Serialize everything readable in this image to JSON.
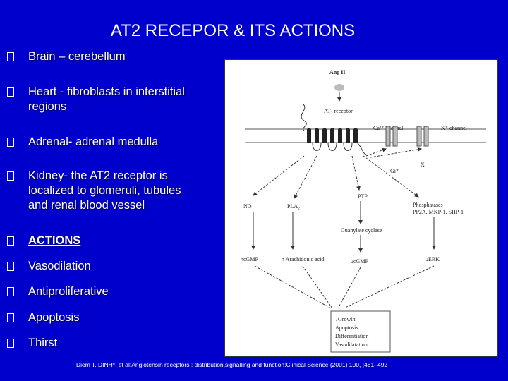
{
  "title": "AT2 RECEPOR & ITS ACTIONS",
  "bullets": [
    {
      "lines": [
        "Brain – cerebellum"
      ]
    },
    {
      "lines": [
        "Heart - fibroblasts in interstitial",
        "regions"
      ]
    },
    {
      "lines": [
        "Adrenal- adrenal medulla"
      ]
    },
    {
      "lines": [
        "Kidney- the AT2 receptor is",
        "localized to glomeruli, tubules",
        "and renal blood vessel"
      ]
    },
    {
      "lines": [
        "ACTIONS"
      ]
    },
    {
      "lines": [
        "Vasodilation"
      ]
    },
    {
      "lines": [
        "Antiproliferative"
      ]
    },
    {
      "lines": [
        "Apoptosis"
      ]
    },
    {
      "lines": [
        "Thirst"
      ]
    }
  ],
  "diagram": {
    "ligand": "Ang II",
    "receptor": "AT₂ receptor",
    "ca_channel": "Ca²⁺ channel",
    "k_channel": "K⁺ channel",
    "gi": "Gi?",
    "x_mark": "X",
    "no": "NO",
    "pla2": "PLA₂",
    "ptp": "PTP",
    "phosphatases": "Phosphatases",
    "phosphatases_list": "PP2A, MKP-1, SHP-1",
    "guanylate": "Guanylate cyclase",
    "cgmp_up": "↑cGMP",
    "arachidonic": "↑ Arachidonic acid",
    "cgmp_down": "↓cGMP",
    "erk": "↓ERK",
    "outcomes": [
      "↓Growth",
      "Apoptosis",
      "Differentiation",
      "Vasodilatation"
    ]
  },
  "footer": "Diem T. DINH*, et al:Angiotensin receptors : distribution,signalling and function:Clinical Science (2001) 100, ;481–492"
}
